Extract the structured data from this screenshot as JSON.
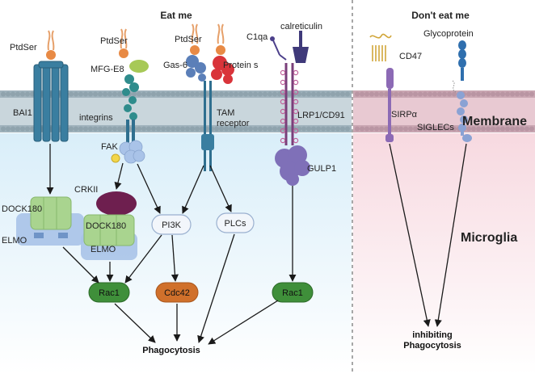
{
  "headings": {
    "eat_me": "Eat me",
    "dont_eat_me": "Don't eat me"
  },
  "receptors": {
    "ptdser_1": "PtdSer",
    "ptdser_2": "PtdSer",
    "ptdser_3": "PtdSer",
    "mfg_e8": "MFG-E8",
    "gas6": "Gas-6",
    "protein_s": "Protein s",
    "c1qa": "C1qa",
    "calreticulin": "calreticulin",
    "cd47": "CD47",
    "glycoprotein": "Glycoprotein",
    "bai1": "BAI1",
    "integrins": "integrins",
    "tam_receptor_1": "TAM",
    "tam_receptor_2": "receptor",
    "lrp1": "LRP1/CD91",
    "sirpa": "SIRPα",
    "siglecs": "SIGLECs"
  },
  "signaling": {
    "fak": "FAK",
    "crkii": "CRKII",
    "dock180_1": "DOCK180",
    "dock180_2": "DOCK180",
    "elmo_1": "ELMO",
    "elmo_2": "ELMO",
    "pi3k": "PI3K",
    "plcs": "PLCs",
    "gulp1": "GULP1",
    "rac1_1": "Rac1",
    "cdc42": "Cdc42",
    "rac1_2": "Rac1"
  },
  "outcomes": {
    "phagocytosis": "Phagocytosis",
    "inhibiting_1": "inhibiting",
    "inhibiting_2": "Phagocytosis"
  },
  "regions": {
    "membrane": "Membrane",
    "microglia": "Microglia"
  },
  "colors": {
    "membrane_left": "#b5c6cf",
    "membrane_right": "#d8b9c4",
    "cyto_left": "#e6f3fb",
    "cyto_right": "#fbe8ec",
    "receptor_teal": "#2f6f8f",
    "rac1_green": "#3f8f3a",
    "cdc42_orange": "#d0702b",
    "purple": "#6d5ba8",
    "crkii": "#6e1f4f",
    "dock_green": "#a9d48f",
    "elmo_blue": "#a9c3e8",
    "ptdser_orange": "#e88a45",
    "protein_s_red": "#d9343a",
    "mfg_green": "#a7c957"
  }
}
